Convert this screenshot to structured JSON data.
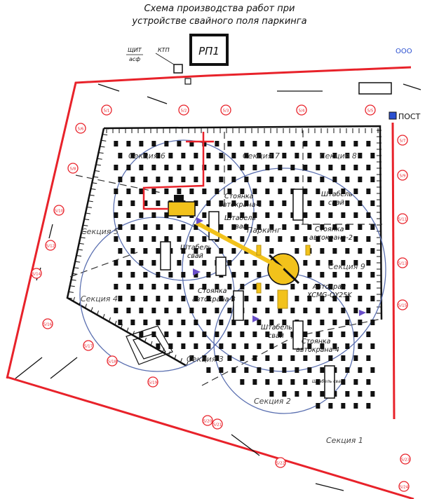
{
  "title": {
    "line1": "Схема производства работ при",
    "line2": "устройстве свайного поля паркинга"
  },
  "labels": {
    "rp1": "РП1",
    "shit": "ЩИТ",
    "asf": "асф",
    "ktp": "КТП",
    "post": "ПОСТ",
    "circles": "ООО",
    "parking": "Паркинг",
    "crane": "Автокран",
    "crane_model": "XCMG-QY25K",
    "shtabel_small": "Штабель свай"
  },
  "sections": [
    "Секция 1",
    "Секция 2",
    "Секция 3",
    "Секция 4",
    "Секция 5",
    "Секция 6",
    "Секция 7",
    "Секция 8",
    "Секция 9"
  ],
  "parkings": [
    {
      "line1": "Стоянка",
      "line2": "автокрана-1"
    },
    {
      "line1": "Стоянка",
      "line2": "автокрана-2"
    },
    {
      "line1": "Стоянка",
      "line2": "автокрана-3"
    },
    {
      "line1": "Стоянка",
      "line2": "автокрана-4"
    }
  ],
  "stacks": [
    {
      "line1": "Штабель",
      "line2": "свай"
    },
    {
      "line1": "Штабель",
      "line2": "свай"
    },
    {
      "line1": "Штабель",
      "line2": "свай"
    },
    {
      "line1": "Штабель",
      "line2": "свай"
    }
  ],
  "markers": [
    "5/1",
    "5/2",
    "5/3",
    "5/4",
    "5/5",
    "5/6",
    "5/7",
    "5/8",
    "5/9",
    "5/10",
    "5/11",
    "5/12",
    "5/13",
    "5/14",
    "5/15",
    "5/16",
    "5/17",
    "5/18",
    "5/19",
    "5/20",
    "5/21",
    "5/22",
    "5/23",
    "5/24"
  ],
  "colors": {
    "boundary": "#e8222a",
    "outline": "#5a6fb0",
    "ink": "#111111",
    "crane": "#f2c21b",
    "accent": "#6a4fc9"
  }
}
